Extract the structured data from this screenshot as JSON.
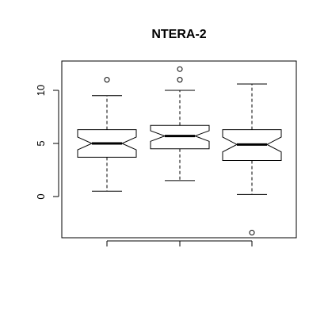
{
  "chart_data": {
    "type": "boxplot",
    "title": "NTERA-2",
    "xlabel": "",
    "ylabel": "",
    "ylim": [
      -4,
      13
    ],
    "yticks": [
      0,
      5,
      10
    ],
    "notched": true,
    "grid": false,
    "legend": "none",
    "series": [
      {
        "min": 0.5,
        "q1": 3.7,
        "median": 5.0,
        "q3": 6.3,
        "max": 9.5,
        "notch_low": 4.4,
        "notch_high": 5.6,
        "outliers": [
          11.0
        ]
      },
      {
        "min": 1.5,
        "q1": 4.5,
        "median": 5.7,
        "q3": 6.7,
        "max": 10.0,
        "notch_low": 5.2,
        "notch_high": 6.2,
        "outliers": [
          11.0,
          12.0
        ]
      },
      {
        "min": 0.2,
        "q1": 3.4,
        "median": 4.9,
        "q3": 6.3,
        "max": 10.6,
        "notch_low": 4.2,
        "notch_high": 5.6,
        "outliers": [
          -3.4
        ]
      }
    ]
  }
}
